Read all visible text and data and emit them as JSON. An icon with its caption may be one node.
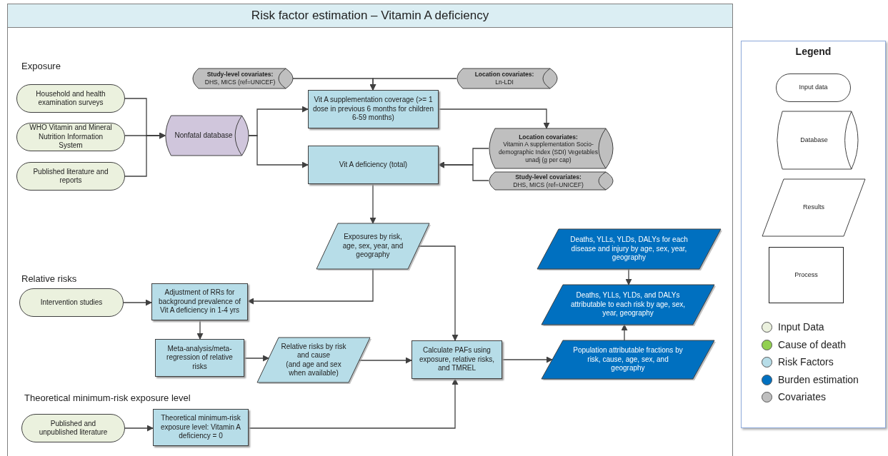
{
  "diagram": {
    "title": "Risk factor estimation – Vitamin A deficiency",
    "nodes": [
      {
        "text": [
          "Household and health examination surveys"
        ]
      },
      {
        "text": [
          "WHO Vitamin and Mineral Nutrition Information System"
        ]
      },
      {
        "text": [
          "Published literature and reports"
        ]
      },
      {
        "text": [
          "Nonfatal database"
        ]
      },
      {
        "text": [
          "Study-level covariates:",
          "DHS, MICS (ref=UNICEF)"
        ]
      },
      {
        "text": [
          "Location covariates:",
          "Ln-LDI"
        ]
      },
      {
        "text": [
          "Vit A supplementation coverage (>= 1 dose in previous 6 months for children 6-59 months)"
        ]
      },
      {
        "text": [
          "Location covariates:",
          "Vitamin A supplementation Socio-demographic Index (SDI) Vegetables unadj (g per cap)"
        ]
      },
      {
        "text": [
          "Study-level covariates:",
          "DHS, MICS (ref=UNICEF)"
        ]
      },
      {
        "text": [
          "Vit A deficiency (total)"
        ]
      },
      {
        "text": [
          "Exposures by risk, age, sex, year, and geography"
        ]
      },
      {
        "text": [
          "Intervention studies"
        ]
      },
      {
        "text": [
          "Adjustment of RRs for background prevalence of Vit A deficiency in 1-4 yrs"
        ]
      },
      {
        "text": [
          "Meta-analysis/meta-regression of relative risks"
        ]
      },
      {
        "text": [
          "Relative risks by risk and cause",
          "(and age and sex when available)"
        ]
      },
      {
        "text": [
          "Calculate PAFs using exposure, relative risks, and TMREL"
        ]
      },
      {
        "text": [
          "Deaths, YLLs, YLDs, DALYs for each disease and injury by age, sex, year, geography"
        ]
      },
      {
        "text": [
          "Deaths, YLLs, YLDs, and DALYs attributable to each risk by age, sex, year, geography"
        ]
      },
      {
        "text": [
          "Population attributable fractions by risk, cause, age, sex, and geography"
        ]
      },
      {
        "text": [
          "Published and unpublished literature"
        ]
      },
      {
        "text": [
          "Theoretical minimum-risk exposure level: Vitamin A deficiency = 0"
        ]
      },
      {
        "text": [
          "Legend"
        ]
      },
      {
        "text": [
          "Input data"
        ],
        "in": 21
      },
      {
        "text": [
          "Database"
        ],
        "in": 21
      },
      {
        "text": [
          "Results"
        ],
        "in": 21
      },
      {
        "text": [
          "Process"
        ],
        "in": 21
      }
    ],
    "edges": [
      {
        "from": 0,
        "to": 3,
        "arrow": "to"
      },
      {
        "from": 1,
        "to": 3,
        "arrow": "to"
      },
      {
        "from": 2,
        "to": 3,
        "arrow": "to"
      },
      {
        "from": 3,
        "to": 6,
        "arrow": "to"
      },
      {
        "from": 3,
        "to": 9,
        "arrow": "to"
      },
      {
        "from": 4,
        "to": 6,
        "arrow": "to"
      },
      {
        "from": 5,
        "to": 6,
        "arrow": "to"
      },
      {
        "from": 6,
        "to": 7,
        "arrow": "to"
      },
      {
        "from": 7,
        "to": 9,
        "arrow": "to"
      },
      {
        "from": 8,
        "to": 9,
        "arrow": "to"
      },
      {
        "from": 9,
        "to": 10,
        "arrow": "to"
      },
      {
        "from": 10,
        "to": 12,
        "arrow": "to"
      },
      {
        "from": 10,
        "to": 15,
        "arrow": "to"
      },
      {
        "from": 11,
        "to": 12,
        "arrow": "to"
      },
      {
        "from": 12,
        "to": 13,
        "arrow": "to"
      },
      {
        "from": 13,
        "to": 14,
        "arrow": "to"
      },
      {
        "from": 14,
        "to": 15,
        "arrow": "to"
      },
      {
        "from": 15,
        "to": 18,
        "arrow": "to"
      },
      {
        "from": 16,
        "to": 17,
        "arrow": "to"
      },
      {
        "from": 18,
        "to": 17,
        "arrow": "to"
      },
      {
        "from": 19,
        "to": 20,
        "arrow": "to"
      },
      {
        "from": 20,
        "to": 15,
        "arrow": "to"
      }
    ],
    "labels": [
      "Exposure",
      "Relative risks",
      "Theoretical minimum-risk exposure level"
    ],
    "legend": [
      {
        "text": "Input Data",
        "color": "#ebf1de"
      },
      {
        "text": "Cause of death",
        "color": "#92d050"
      },
      {
        "text": "Risk Factors",
        "color": "#b7dde8"
      },
      {
        "text": "Burden estimation",
        "color": "#0070c0"
      },
      {
        "text": "Covariates",
        "color": "#bfbfbf"
      }
    ]
  }
}
